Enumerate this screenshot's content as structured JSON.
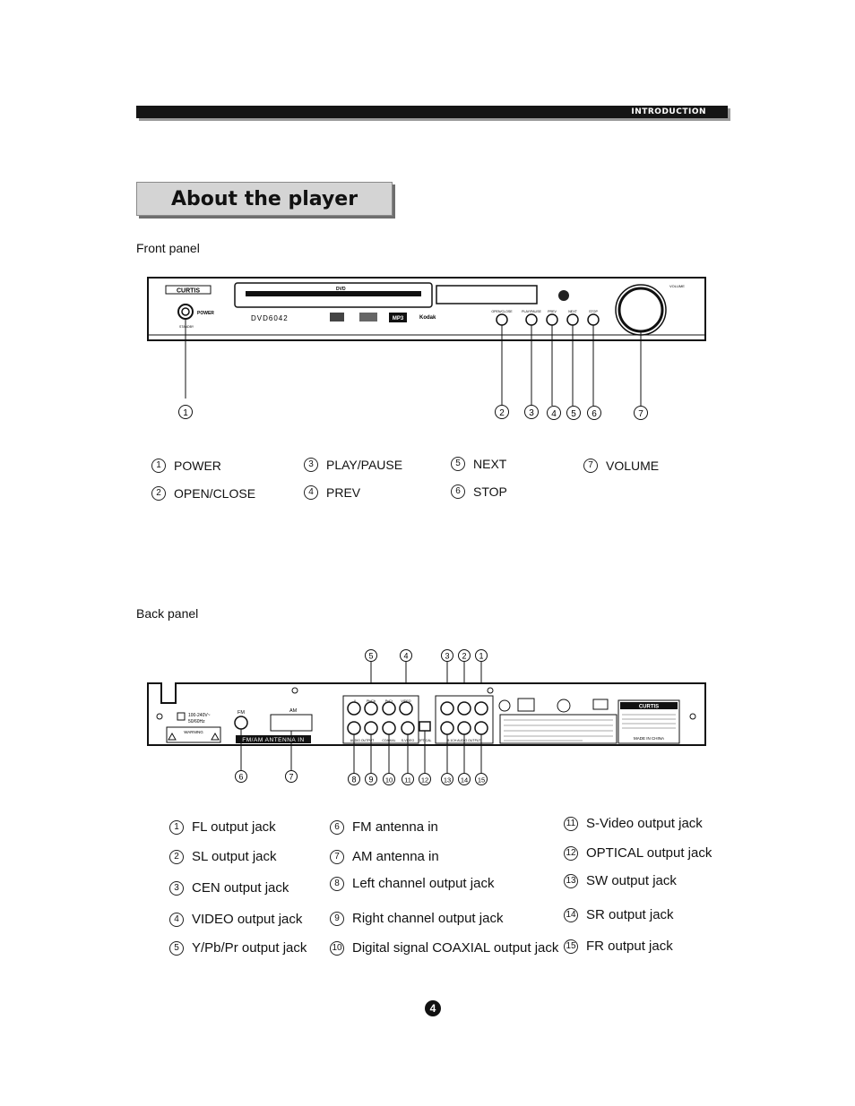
{
  "header": {
    "section": "INTRODUCTION"
  },
  "title": "About the player",
  "front": {
    "heading": "Front panel",
    "device": {
      "brand": "CURTIS",
      "model": "DVD6042",
      "power_label": "POWER",
      "standby_label": "STANDBY",
      "kodak": "Kodak",
      "mp3": "MP3",
      "disc_logo": "DVD",
      "button_labels": [
        "OPEN/CLOSE",
        "PLAY/PAUSE",
        "PREV",
        "NEXT",
        "STOP"
      ],
      "volume_label": "VOLUME"
    },
    "callouts": [
      "1",
      "2",
      "3",
      "4",
      "5",
      "6",
      "7"
    ],
    "legend": [
      {
        "num": "1",
        "label": "POWER"
      },
      {
        "num": "2",
        "label": "OPEN/CLOSE"
      },
      {
        "num": "3",
        "label": "PLAY/PAUSE"
      },
      {
        "num": "4",
        "label": "PREV"
      },
      {
        "num": "5",
        "label": "NEXT"
      },
      {
        "num": "6",
        "label": "STOP"
      },
      {
        "num": "7",
        "label": "VOLUME"
      }
    ]
  },
  "back": {
    "heading": "Back panel",
    "device": {
      "voltage": "100-240V~",
      "freq": "50/60Hz",
      "warning": "WARNING",
      "fm": "FM",
      "am": "AM",
      "antenna_label": "FM/AM ANTENNA IN",
      "jack_labels": [
        "Y",
        "Pb/Cb",
        "Pr/Cr",
        "VIDEO",
        "AUDIO OUTPUT",
        "COAXIAL",
        "S-VIDEO",
        "OPTICAL",
        "5.1CH AUDIO OUTPUT"
      ],
      "brand": "CURTIS",
      "made_in": "MADE IN CHINA"
    },
    "callouts_top": [
      "5",
      "4",
      "3",
      "2",
      "1"
    ],
    "callouts_bottom": [
      "6",
      "7",
      "8",
      "9",
      "10",
      "11",
      "12",
      "13",
      "14",
      "15"
    ],
    "legend": [
      {
        "num": "1",
        "label": "FL  output jack"
      },
      {
        "num": "2",
        "label": "SL  output jack"
      },
      {
        "num": "3",
        "label": "CEN output jack"
      },
      {
        "num": "4",
        "label": "VIDEO  output jack"
      },
      {
        "num": "5",
        "label": "Y/Pb/Pr  output jack"
      },
      {
        "num": "6",
        "label": "FM  antenna  in"
      },
      {
        "num": "7",
        "label": "AM  antenna  in"
      },
      {
        "num": "8",
        "label": "Left channel output jack"
      },
      {
        "num": "9",
        "label": "Right channel output jack"
      },
      {
        "num": "10",
        "label": "Digital signal COAXIAL output jack"
      },
      {
        "num": "11",
        "label": "S-Video output jack"
      },
      {
        "num": "12",
        "label": "OPTICAL output jack"
      },
      {
        "num": "13",
        "label": "SW output jack"
      },
      {
        "num": "14",
        "label": "SR  output jack"
      },
      {
        "num": "15",
        "label": "FR output jack"
      }
    ]
  },
  "page_number": "4"
}
